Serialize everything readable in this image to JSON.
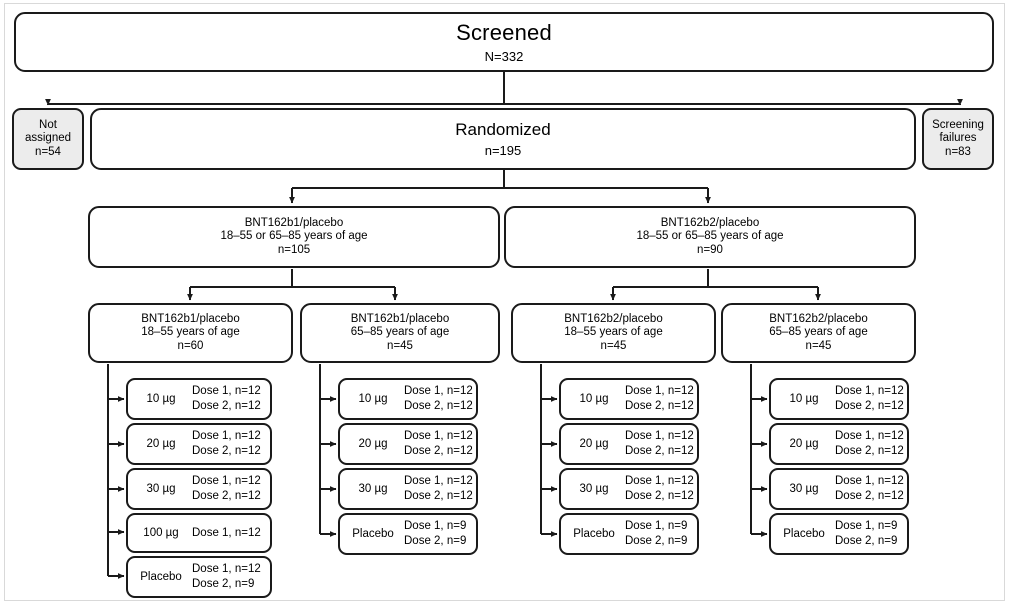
{
  "figure": {
    "kind": "clinical-trial-consort-flow-diagram"
  },
  "screened": {
    "title": "Screened",
    "count": "N=332"
  },
  "not_assigned": {
    "line1": "Not",
    "line2": "assigned",
    "count": "n=54"
  },
  "randomized": {
    "title": "Randomized",
    "count": "n=195"
  },
  "screening_failures": {
    "line1": "Screening",
    "line2": "failures",
    "count": "n=83"
  },
  "tier2": [
    {
      "title": "BNT162b1/placebo",
      "ages": "18–55 or 65–85 years of age",
      "count": "n=105"
    },
    {
      "title": "BNT162b2/placebo",
      "ages": "18–55 or 65–85 years of age",
      "count": "n=90"
    }
  ],
  "tier3": [
    {
      "title": "BNT162b1/placebo",
      "ages": "18–55 years of age",
      "count": "n=60"
    },
    {
      "title": "BNT162b1/placebo",
      "ages": "65–85 years of age",
      "count": "n=45"
    },
    {
      "title": "BNT162b2/placebo",
      "ages": "18–55 years of age",
      "count": "n=45"
    },
    {
      "title": "BNT162b2/placebo",
      "ages": "65–85 years of age",
      "count": "n=45"
    }
  ],
  "dose_groups": [
    {
      "parent": "BNT162b1/placebo 18–55 years of age",
      "arms": [
        {
          "amount": "10 µg",
          "dose1": "Dose 1, n=12",
          "dose2": "Dose 2, n=12"
        },
        {
          "amount": "20 µg",
          "dose1": "Dose 1, n=12",
          "dose2": "Dose 2, n=12"
        },
        {
          "amount": "30 µg",
          "dose1": "Dose 1, n=12",
          "dose2": "Dose 2, n=12"
        },
        {
          "amount": "100 µg",
          "dose1": "Dose 1, n=12",
          "dose2": ""
        },
        {
          "amount": "Placebo",
          "dose1": "Dose 1, n=12",
          "dose2": "Dose 2, n=9"
        }
      ]
    },
    {
      "parent": "BNT162b1/placebo 65–85 years of age",
      "arms": [
        {
          "amount": "10 µg",
          "dose1": "Dose 1, n=12",
          "dose2": "Dose 2, n=12"
        },
        {
          "amount": "20 µg",
          "dose1": "Dose 1, n=12",
          "dose2": "Dose 2, n=12"
        },
        {
          "amount": "30 µg",
          "dose1": "Dose 1, n=12",
          "dose2": "Dose 2, n=12"
        },
        {
          "amount": "Placebo",
          "dose1": "Dose 1, n=9",
          "dose2": "Dose 2, n=9"
        }
      ]
    },
    {
      "parent": "BNT162b2/placebo 18–55 years of age",
      "arms": [
        {
          "amount": "10 µg",
          "dose1": "Dose 1, n=12",
          "dose2": "Dose 2, n=12"
        },
        {
          "amount": "20 µg",
          "dose1": "Dose 1, n=12",
          "dose2": "Dose 2, n=12"
        },
        {
          "amount": "30 µg",
          "dose1": "Dose 1, n=12",
          "dose2": "Dose 2, n=12"
        },
        {
          "amount": "Placebo",
          "dose1": "Dose 1, n=9",
          "dose2": "Dose 2, n=9"
        }
      ]
    },
    {
      "parent": "BNT162b2/placebo 65–85 years of age",
      "arms": [
        {
          "amount": "10 µg",
          "dose1": "Dose 1, n=12",
          "dose2": "Dose 2, n=12"
        },
        {
          "amount": "20 µg",
          "dose1": "Dose 1, n=12",
          "dose2": "Dose 2, n=12"
        },
        {
          "amount": "30 µg",
          "dose1": "Dose 1, n=12",
          "dose2": "Dose 2, n=12"
        },
        {
          "amount": "Placebo",
          "dose1": "Dose 1, n=9",
          "dose2": "Dose 2, n=9"
        }
      ]
    }
  ],
  "colors": {
    "stroke": "#1a1a1a",
    "box_fill": "#ffffff",
    "gray_fill": "#ececec",
    "frame": "#d9d9d9"
  }
}
